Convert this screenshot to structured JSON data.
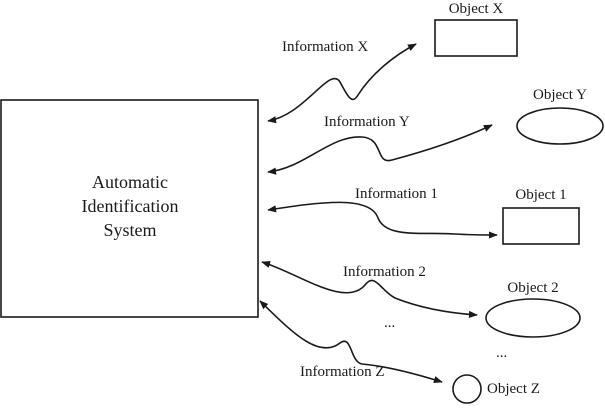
{
  "system": {
    "lines": [
      "Automatic",
      "Identification",
      "System"
    ]
  },
  "objects": {
    "x": "Object X",
    "y": "Object Y",
    "one": "Object 1",
    "two": "Object 2",
    "z": "Object Z"
  },
  "information": {
    "x": "Information X",
    "y": "Information Y",
    "one": "Information 1",
    "two": "Information 2",
    "z": "Information Z"
  },
  "ellipsis": "..."
}
